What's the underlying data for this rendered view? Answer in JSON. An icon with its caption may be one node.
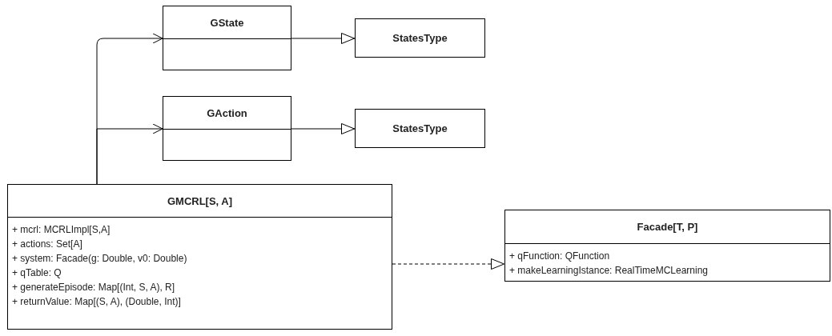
{
  "diagram": {
    "nodes": [
      {
        "text": [
          "GState"
        ]
      },
      {
        "text": [
          "StatesType"
        ]
      },
      {
        "text": [
          "GAction"
        ]
      },
      {
        "text": [
          "StatesType"
        ]
      },
      {
        "text": [
          "GMCRL[S, A]",
          "+ mcrl: MCRLImpl[S,A]",
          "+ actions: Set[A]",
          "+ system: Facade(g: Double, v0: Double)",
          "+ qTable: Q",
          "+ generateEpisode: Map[(Int, S, A), R]",
          "+ returnValue: Map[(S, A), (Double, Int)]"
        ]
      },
      {
        "text": [
          "Facade[T, P]",
          "+ qFunction: QFunction",
          "+ makeLearningIstance: RealTimeMCLearning"
        ]
      }
    ],
    "edges": [
      {
        "from": 4,
        "to": 0,
        "arrow": "to"
      },
      {
        "from": 4,
        "to": 2,
        "arrow": "to"
      },
      {
        "from": 0,
        "to": 1,
        "arrow": "to"
      },
      {
        "from": 2,
        "to": 3,
        "arrow": "to"
      },
      {
        "from": 4,
        "to": 5,
        "arrow": "to",
        "style": "dashed"
      }
    ]
  }
}
